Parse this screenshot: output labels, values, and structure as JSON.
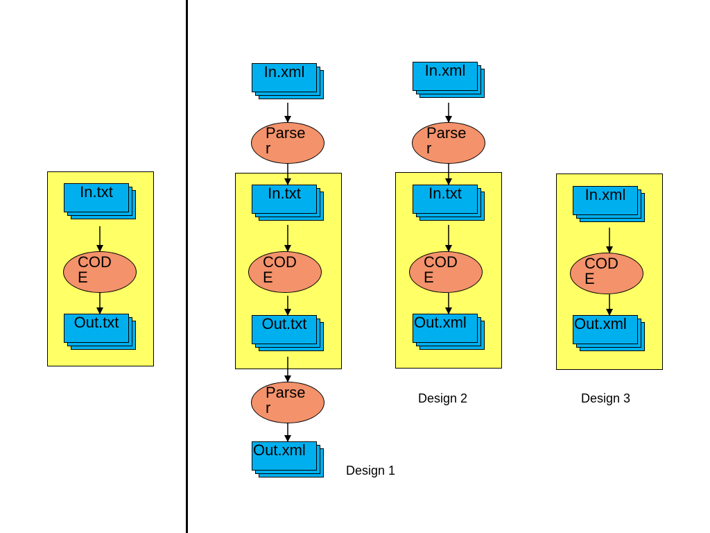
{
  "diagram": {
    "reference": {
      "input": "In.txt",
      "process": "CODE",
      "output": "Out.txt"
    },
    "design1": {
      "caption": "Design 1",
      "input": "In.xml",
      "parser_in": "Parser",
      "inner_input": "In.txt",
      "process": "CODE",
      "inner_output": "Out.txt",
      "parser_out": "Parser",
      "output": "Out.xml"
    },
    "design2": {
      "caption": "Design 2",
      "input": "In.xml",
      "parser_in": "Parser",
      "inner_input": "In.txt",
      "process": "CODE",
      "output": "Out.xml"
    },
    "design3": {
      "caption": "Design 3",
      "input": "In.xml",
      "process": "CODE",
      "output": "Out.xml"
    },
    "colors": {
      "panel": "#ffff66",
      "document": "#00b0ee",
      "process": "#f4926b"
    }
  }
}
